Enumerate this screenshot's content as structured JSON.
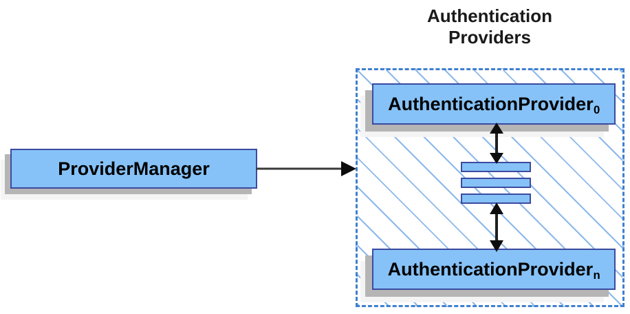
{
  "diagram": {
    "type": "architecture-diagram",
    "title": "Authentication Providers",
    "colors": {
      "node_fill": "#86c2f7",
      "node_border": "#3b4aa0",
      "group_border": "#3f7fcf",
      "group_hatch": "#8cb8ea",
      "shadow_dark": "#b5b5b5",
      "shadow_light": "#f4f4f4",
      "arrow": "#2b2b2b",
      "text": "#000000"
    }
  },
  "group": {
    "title_line_1": "Authentication",
    "title_line_2": "Providers",
    "label": "Authentication Providers",
    "border_style": "dashed",
    "fill_style": "diagonal-hatch"
  },
  "nodes": {
    "provider_manager": {
      "label": "ProviderManager",
      "base": "ProviderManager",
      "subscript": ""
    },
    "authentication_provider_0": {
      "label": "AuthenticationProvider0",
      "base": "AuthenticationProvider",
      "subscript": "0"
    },
    "authentication_provider_n": {
      "label": "AuthenticationProvidern",
      "base": "AuthenticationProvider",
      "subscript": "n"
    }
  },
  "ellipsis": {
    "label": "vertical-ellipsis-bars",
    "count": 3
  },
  "connectors": [
    {
      "name": "provider-manager-to-providers",
      "from": "ProviderManager",
      "to": "Authentication Providers",
      "style": "single-arrow"
    },
    {
      "name": "provider-0-to-ellipsis",
      "from": "AuthenticationProvider0",
      "to": "ellipsis",
      "style": "double-arrow"
    },
    {
      "name": "ellipsis-to-provider-n",
      "from": "ellipsis",
      "to": "AuthenticationProvidern",
      "style": "double-arrow"
    }
  ]
}
